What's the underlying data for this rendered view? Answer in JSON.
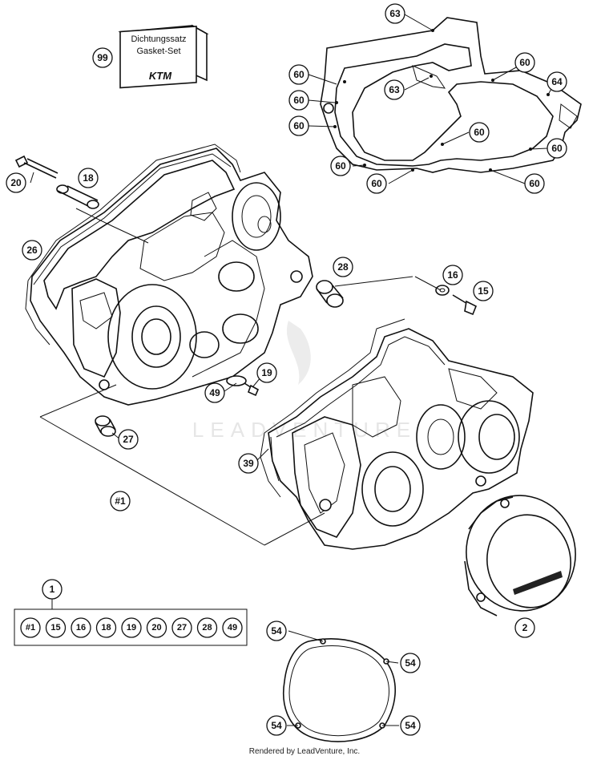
{
  "gasket_set_box": {
    "line1": "Dichtungssatz",
    "line2": "Gasket-Set",
    "brand": "KTM",
    "ref": "99"
  },
  "callouts": [
    {
      "id": "c63a",
      "text": "63"
    },
    {
      "id": "c60a",
      "text": "60"
    },
    {
      "id": "c60b",
      "text": "60"
    },
    {
      "id": "c60c",
      "text": "60"
    },
    {
      "id": "c60d",
      "text": "60"
    },
    {
      "id": "c63b",
      "text": "63"
    },
    {
      "id": "c64",
      "text": "64"
    },
    {
      "id": "c60e",
      "text": "60"
    },
    {
      "id": "c60f",
      "text": "60"
    },
    {
      "id": "c60g",
      "text": "60"
    },
    {
      "id": "c60h",
      "text": "60"
    },
    {
      "id": "c60i",
      "text": "60"
    },
    {
      "id": "c20",
      "text": "20"
    },
    {
      "id": "c18",
      "text": "18"
    },
    {
      "id": "c26",
      "text": "26"
    },
    {
      "id": "c28",
      "text": "28"
    },
    {
      "id": "c16",
      "text": "16"
    },
    {
      "id": "c15",
      "text": "15"
    },
    {
      "id": "c19",
      "text": "19"
    },
    {
      "id": "c49",
      "text": "49"
    },
    {
      "id": "c27",
      "text": "27"
    },
    {
      "id": "c39",
      "text": "39"
    },
    {
      "id": "c1hash",
      "text": "#1"
    },
    {
      "id": "c1",
      "text": "1"
    },
    {
      "id": "c2",
      "text": "2"
    },
    {
      "id": "c54a",
      "text": "54"
    },
    {
      "id": "c54b",
      "text": "54"
    },
    {
      "id": "c54c",
      "text": "54"
    },
    {
      "id": "c54d",
      "text": "54"
    }
  ],
  "kit_contents": [
    "#1",
    "15",
    "16",
    "18",
    "19",
    "20",
    "27",
    "28",
    "49"
  ],
  "watermark": "LEADVENTURE",
  "credit": "Rendered by LeadVenture, Inc."
}
